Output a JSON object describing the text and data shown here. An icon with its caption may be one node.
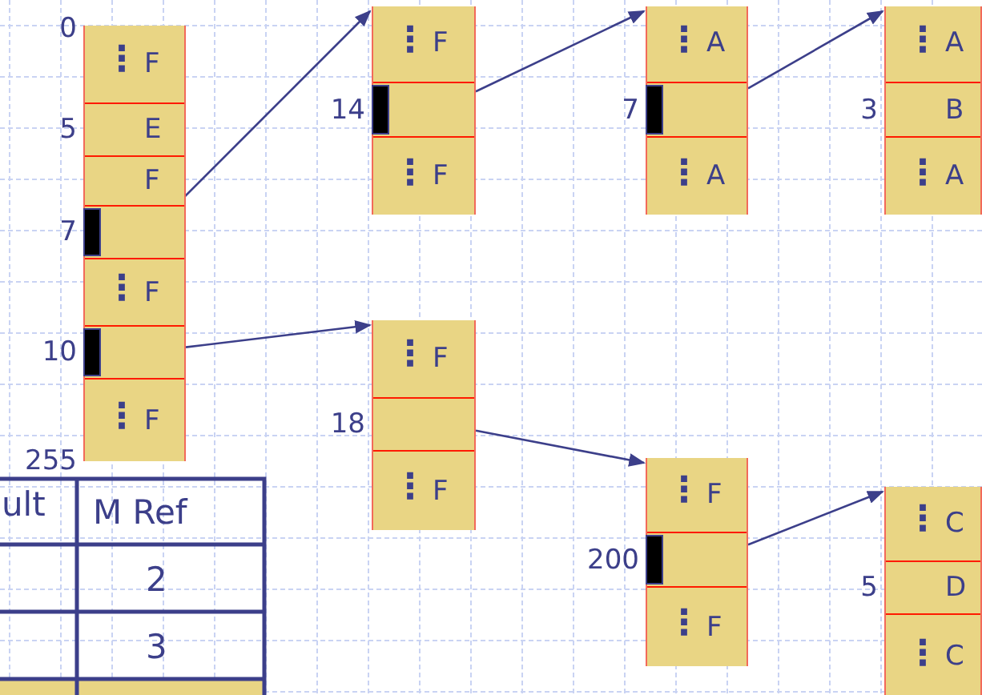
{
  "diagram": {
    "nodes": [
      {
        "text": [],
        "shape": "box"
      },
      {
        "text": [
          "⋮",
          "F"
        ],
        "in": 0,
        "beside": [
          "0"
        ]
      },
      {
        "text": [
          "E"
        ],
        "in": 0,
        "beside": [
          "5"
        ]
      },
      {
        "text": [
          "F"
        ],
        "in": 0
      },
      {
        "text": [],
        "shape": "box",
        "in": 0,
        "beside": [
          "7"
        ]
      },
      {
        "text": [],
        "shape": "bar",
        "in": 4
      },
      {
        "text": [
          "⋮",
          "F"
        ],
        "in": 0
      },
      {
        "text": [],
        "shape": "box",
        "in": 0,
        "beside": [
          "10"
        ]
      },
      {
        "text": [],
        "shape": "bar",
        "in": 7
      },
      {
        "text": [
          "⋮",
          "F"
        ],
        "in": 0,
        "beside": [
          "255"
        ]
      },
      {
        "text": [],
        "shape": "box"
      },
      {
        "text": [
          "⋮",
          "F"
        ],
        "in": 10
      },
      {
        "text": [],
        "shape": "box",
        "in": 10,
        "beside": [
          "14"
        ]
      },
      {
        "text": [],
        "shape": "bar",
        "in": 12
      },
      {
        "text": [
          "⋮",
          "F"
        ],
        "in": 10
      },
      {
        "text": [],
        "shape": "box"
      },
      {
        "text": [
          "⋮",
          "A"
        ],
        "in": 15
      },
      {
        "text": [],
        "shape": "box",
        "in": 15,
        "beside": [
          "7"
        ]
      },
      {
        "text": [],
        "shape": "bar",
        "in": 17
      },
      {
        "text": [
          "⋮",
          "A"
        ],
        "in": 15
      },
      {
        "text": [],
        "shape": "box"
      },
      {
        "text": [
          "⋮",
          "A"
        ],
        "in": 20
      },
      {
        "text": [
          "B"
        ],
        "in": 20,
        "beside": [
          "3"
        ]
      },
      {
        "text": [
          "⋮",
          "A"
        ],
        "in": 20
      },
      {
        "text": [],
        "shape": "box"
      },
      {
        "text": [
          "⋮",
          "F"
        ],
        "in": 24
      },
      {
        "text": [],
        "shape": "box",
        "in": 24,
        "beside": [
          "18"
        ]
      },
      {
        "text": [
          "⋮",
          "F"
        ],
        "in": 24
      },
      {
        "text": [],
        "shape": "box"
      },
      {
        "text": [
          "⋮",
          "F"
        ],
        "in": 28
      },
      {
        "text": [],
        "shape": "box",
        "in": 28,
        "beside": [
          "200"
        ]
      },
      {
        "text": [],
        "shape": "bar",
        "in": 30
      },
      {
        "text": [
          "⋮",
          "F"
        ],
        "in": 28
      },
      {
        "text": [],
        "shape": "box"
      },
      {
        "text": [
          "⋮",
          "C"
        ],
        "in": 33
      },
      {
        "text": [
          "D"
        ],
        "in": 33,
        "beside": [
          "5"
        ]
      },
      {
        "text": [
          "⋮",
          "C"
        ],
        "in": 33
      }
    ],
    "edges": [
      {
        "from": 4,
        "to": 10,
        "arrow": "to"
      },
      {
        "from": 7,
        "to": 24,
        "arrow": "to"
      },
      {
        "from": 12,
        "to": 15,
        "arrow": "to"
      },
      {
        "from": 26,
        "to": 28,
        "arrow": "to"
      },
      {
        "from": 17,
        "to": 20,
        "arrow": "to"
      },
      {
        "from": 30,
        "to": 33,
        "arrow": "to"
      }
    ],
    "labels": [
      "ult",
      "M Ref",
      "2",
      "3"
    ]
  }
}
